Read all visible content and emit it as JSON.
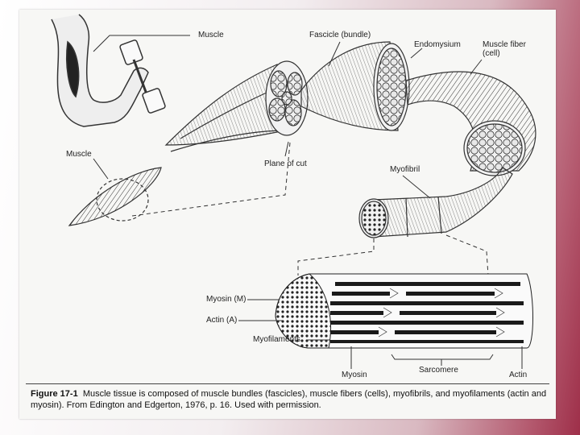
{
  "labels": {
    "muscle_top": "Muscle",
    "fascicle": "Fascicle (bundle)",
    "endomysium": "Endomysium",
    "muscle_fiber_line1": "Muscle fiber",
    "muscle_fiber_line2": "(cell)",
    "muscle_left": "Muscle",
    "plane_of_cut": "Plane of cut",
    "myofibril": "Myofibril",
    "myosin_m": "Myosin (M)",
    "actin_a": "Actin (A)",
    "myofilaments": "Myofilaments",
    "myosin_bottom": "Myosin",
    "sarcomere": "Sarcomere",
    "actin_bottom": "Actin"
  },
  "caption": {
    "figure_number": "Figure 17-1",
    "text": "Muscle tissue is composed of muscle bundles (fascicles), muscle fibers (cells), myofibrils, and myofilaments (actin and myosin).  From Edington and Edgerton, 1976, p. 16.  Used with permission."
  },
  "colors": {
    "ink": "#222222",
    "paper": "#f7f7f5",
    "frame_accent": "#9e2f49"
  }
}
